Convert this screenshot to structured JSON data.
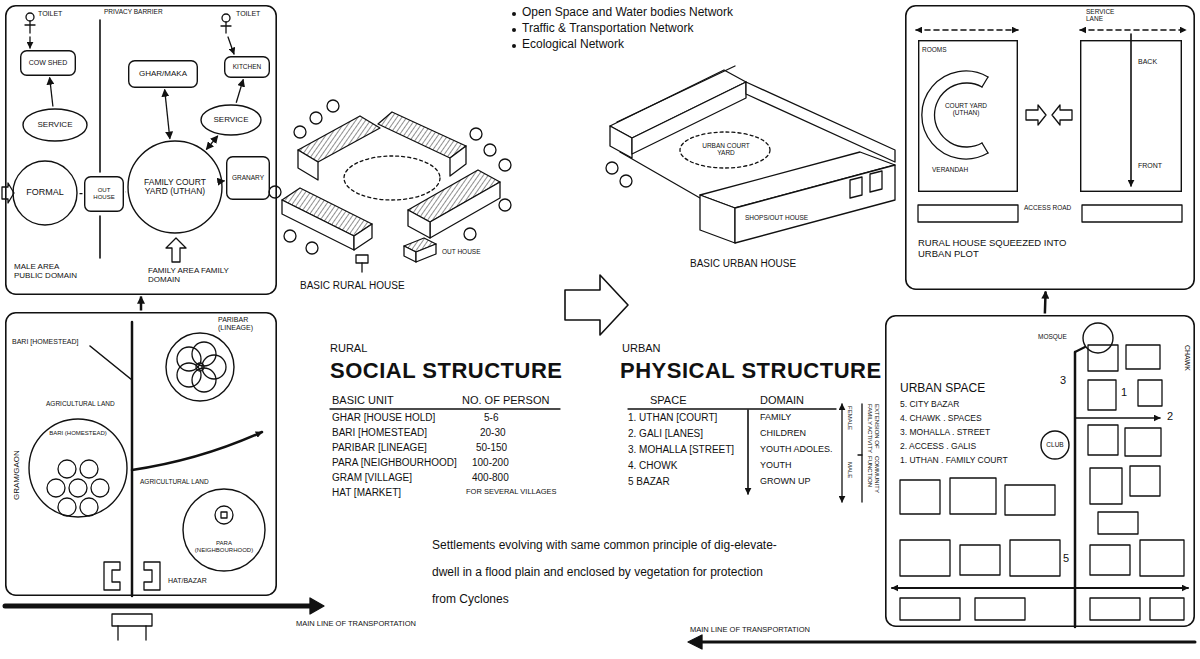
{
  "diagram": {
    "caption": "Settlements evolving with same common principle of dig-elevate-dwell in a flood plain and enclosed by vegetation for protection from Cyclones",
    "nodes": [
      {
        "text": [
          "PRIVACY BARRIER",
          "MALE AREA PUBLIC DOMAIN",
          "FAMILY AREA FAMILY DOMAIN"
        ]
      },
      {
        "text": [
          "FORMAL"
        ],
        "in": 0
      },
      {
        "text": [
          "OUT HOUSE"
        ],
        "in": 0
      },
      {
        "text": [
          "FAMILY COURT YARD (UTHAN)"
        ],
        "in": 0
      },
      {
        "text": [
          "SERVICE"
        ],
        "in": 0
      },
      {
        "text": [
          "GHAR/MAKA"
        ],
        "in": 0
      },
      {
        "text": [
          "SERVICE"
        ],
        "in": 0
      },
      {
        "text": [
          "COW SHED"
        ],
        "in": 0
      },
      {
        "text": [
          "GRANARY"
        ],
        "in": 0
      },
      {
        "text": [
          "KITCHEN"
        ],
        "in": 0
      },
      {
        "text": [
          "SERVICE LANE",
          "ACCESS ROAD",
          "RURAL HOUSE SQUEEZED INTO URBAN PLOT"
        ]
      },
      {
        "text": [
          "ROOMS",
          "COURT YARD (UTHAN)",
          "VERANDAH"
        ],
        "in": 10
      },
      {
        "text": [
          "BACK",
          "FRONT"
        ],
        "in": 10
      },
      {
        "text": [
          "BARI [HOMESTEAD]",
          "GRAM/GAON",
          "AGRICULTURAL LAND",
          "AGRICULTURAL LAND",
          "HAT/BAZAR"
        ]
      },
      {
        "text": [
          "BARI (HOMESTEAD)"
        ],
        "in": 13
      },
      {
        "text": [
          "PARIBAR (LINEAGE)"
        ],
        "in": 13
      },
      {
        "text": [
          "PARA (NEIGHBOURHOOD)"
        ],
        "in": 13
      },
      {
        "text": [
          "URBAN SPACE",
          "5. CITY BAZAR",
          "4. CHAWK . SPACES",
          "3. MOHALLA . STREET",
          "2. ACCESS . GALIS",
          "1. UTHAN . FAMILY COURT"
        ]
      },
      {
        "text": [
          "MOSQUE"
        ],
        "in": 17
      },
      {
        "text": [
          "CLUB"
        ],
        "in": 17
      }
    ],
    "edges": [
      {
        "from": 1,
        "to": 2,
        "arrow": "none"
      },
      {
        "from": 2,
        "to": 3,
        "arrow": "none"
      },
      {
        "from": 3,
        "to": 5,
        "arrow": "both"
      },
      {
        "from": 3,
        "to": 6,
        "arrow": "both"
      },
      {
        "from": 3,
        "to": 8,
        "arrow": "to"
      },
      {
        "from": 4,
        "to": 7,
        "arrow": "to"
      },
      {
        "from": 6,
        "to": 9,
        "arrow": "to"
      },
      {
        "from": 13,
        "to": 0,
        "arrow": "to"
      },
      {
        "from": 17,
        "to": 10,
        "arrow": "to"
      }
    ],
    "labels": [
      "Open Space and Water bodies Network",
      "Traffic & Transportation Network",
      "Ecological Network",
      "TOILET",
      "TOILET",
      "OUT HOUSE",
      "BASIC RURAL HOUSE",
      "URBAN COURT YARD",
      "SHOPS/OUT HOUSE",
      "BASIC URBAN HOUSE",
      "RURAL",
      "SOCIAL STRUCTURE",
      "BASIC UNIT",
      "NO. OF PERSON",
      "GHAR [HOUSE HOLD]",
      "5-6",
      "BARI [HOMESTEAD]",
      "20-30",
      "PARIBAR [LINEAGE]",
      "50-150",
      "PARA [NEIGHBOURHOOD]",
      "100-200",
      "GRAM [VILLAGE]",
      "400-800",
      "HAT [MARKET]",
      "FOR SEVERAL VILLAGES",
      "URBAN",
      "PHYSICAL STRUCTURE",
      "SPACE",
      "DOMAIN",
      "1. UTHAN [COURT]",
      "FAMILY",
      "2. GALI [LANES]",
      "CHILDREN",
      "3. MOHALLA [STREET]",
      "YOUTH ADOLES.",
      "4. CHOWK",
      "YOUTH",
      "5 BAZAR",
      "GROWN UP",
      "FEMALE",
      "MALE",
      "EXTENSION OF FAMILY ACTIVITY",
      "COMMUNITY FUNCTION",
      "MAIN LINE OF TRANSPORTATION",
      "MAIN LINE OF TRANSPORTATION",
      "3",
      "2",
      "1",
      "5",
      "CHAWK"
    ]
  }
}
